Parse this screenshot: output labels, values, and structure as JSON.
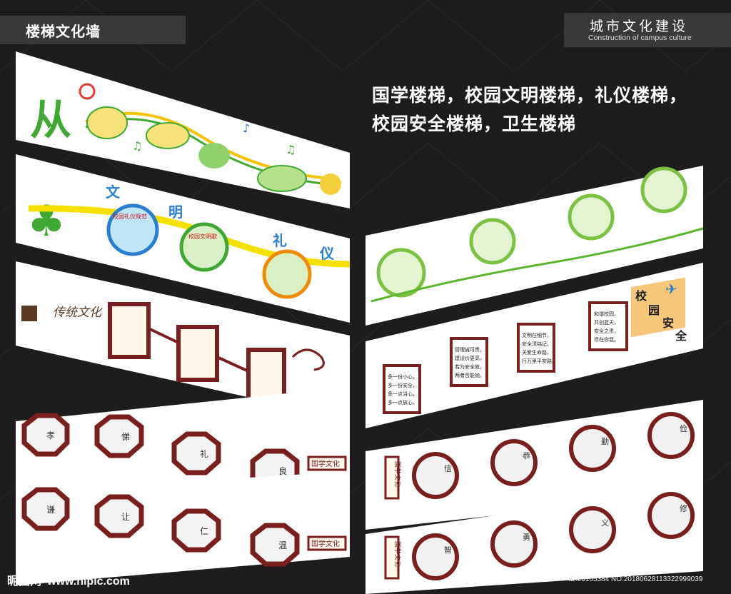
{
  "header": {
    "title": "楼梯文化墙",
    "city_title": "城市文化建设",
    "city_subtitle": "Construction of campus culture"
  },
  "headline": {
    "line1": "国学楼梯，校园文明楼梯，礼仪楼梯，",
    "line2": "校园安全楼梯，卫生楼梯"
  },
  "panels": {
    "civility": {
      "chars": [
        "文",
        "明",
        "礼",
        "仪"
      ],
      "badges": [
        "校园礼仪规范",
        "校园文明歌"
      ]
    },
    "tradition": {
      "title": "传统文化"
    },
    "safety": {
      "title_chars": [
        "校",
        "园",
        "安",
        "全"
      ],
      "board1": [
        "多一份小心，",
        "多一份安全，",
        "多一点当心，",
        "多一点放心。"
      ],
      "board2": [
        "管理诚可贵，",
        "建设价更高，",
        "若为安全故，",
        "两者否能抛。"
      ],
      "board3": [
        "文明在细节，",
        "安全须铭记，",
        "关爱生命路，",
        "行万里平安路。"
      ],
      "board4": [
        "和谐校园，",
        "共创蓝天，",
        "安全之责，",
        "尽在你我。"
      ]
    },
    "guoxue_left_top": {
      "chars": [
        "孝",
        "悌",
        "礼",
        "良"
      ],
      "label": "国学文化"
    },
    "guoxue_left_bottom": {
      "chars": [
        "谦",
        "让",
        "仁",
        "温"
      ],
      "label": "国学文化"
    },
    "guoxue_right_top": {
      "chars": [
        "信",
        "恭",
        "勤",
        "俭"
      ],
      "label": "国学文化"
    },
    "guoxue_right_bottom": {
      "chars": [
        "智",
        "勇",
        "义",
        "修"
      ],
      "label": "国学文化"
    }
  },
  "watermark": {
    "brand": "昵图网",
    "site": "www.nipic.com"
  },
  "image_id": "ID:23165384 NO:20180628113322999039",
  "colors": {
    "background": "#1e1c1d",
    "frame": "#7a1f1f",
    "green": "#5bb52e",
    "yellow": "#f2d400"
  }
}
